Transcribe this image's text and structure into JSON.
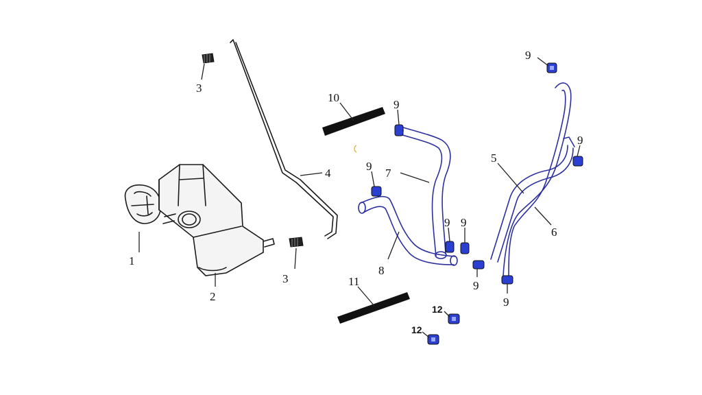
{
  "colors": {
    "background": "#ffffff",
    "line": "#1a1a1a",
    "hose_outline": "#2b2f9e",
    "clamp_blue": "#2b3fd1",
    "strip_black": "#111111"
  },
  "labels": {
    "p1": "1",
    "p2": "2",
    "p3a": "3",
    "p3b": "3",
    "p4": "4",
    "p5": "5",
    "p6": "6",
    "p7": "7",
    "p8": "8",
    "p9a": "9",
    "p9b": "9",
    "p9c": "9",
    "p9d": "9",
    "p9e": "9",
    "p9f": "9",
    "p9g": "9",
    "p9h": "9",
    "p10": "10",
    "p11": "11",
    "p12a": "12",
    "p12b": "12"
  }
}
